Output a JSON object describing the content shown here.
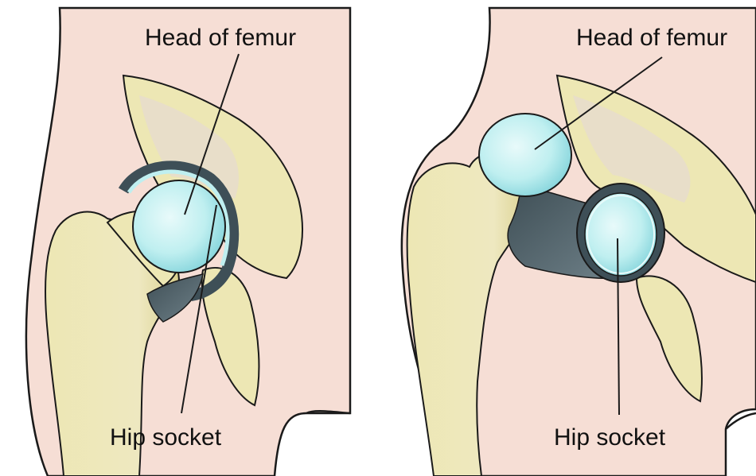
{
  "panels": [
    {
      "id": "normal",
      "labels": {
        "top": "Head of femur",
        "bottom": "Hip socket"
      }
    },
    {
      "id": "dislocated",
      "labels": {
        "top": "Head of femur",
        "bottom": "Hip socket"
      }
    }
  ],
  "colors": {
    "skin": "#F6DED5",
    "bone": "#EDE7B4",
    "bone_shade": "#D9D08E",
    "pelvis_texture": "#E7DDCB",
    "cartilage": "#BFEFF0",
    "cartilage_dark": "#86D5DC",
    "ligament": "#55676E",
    "outline": "#1A1A1A"
  }
}
